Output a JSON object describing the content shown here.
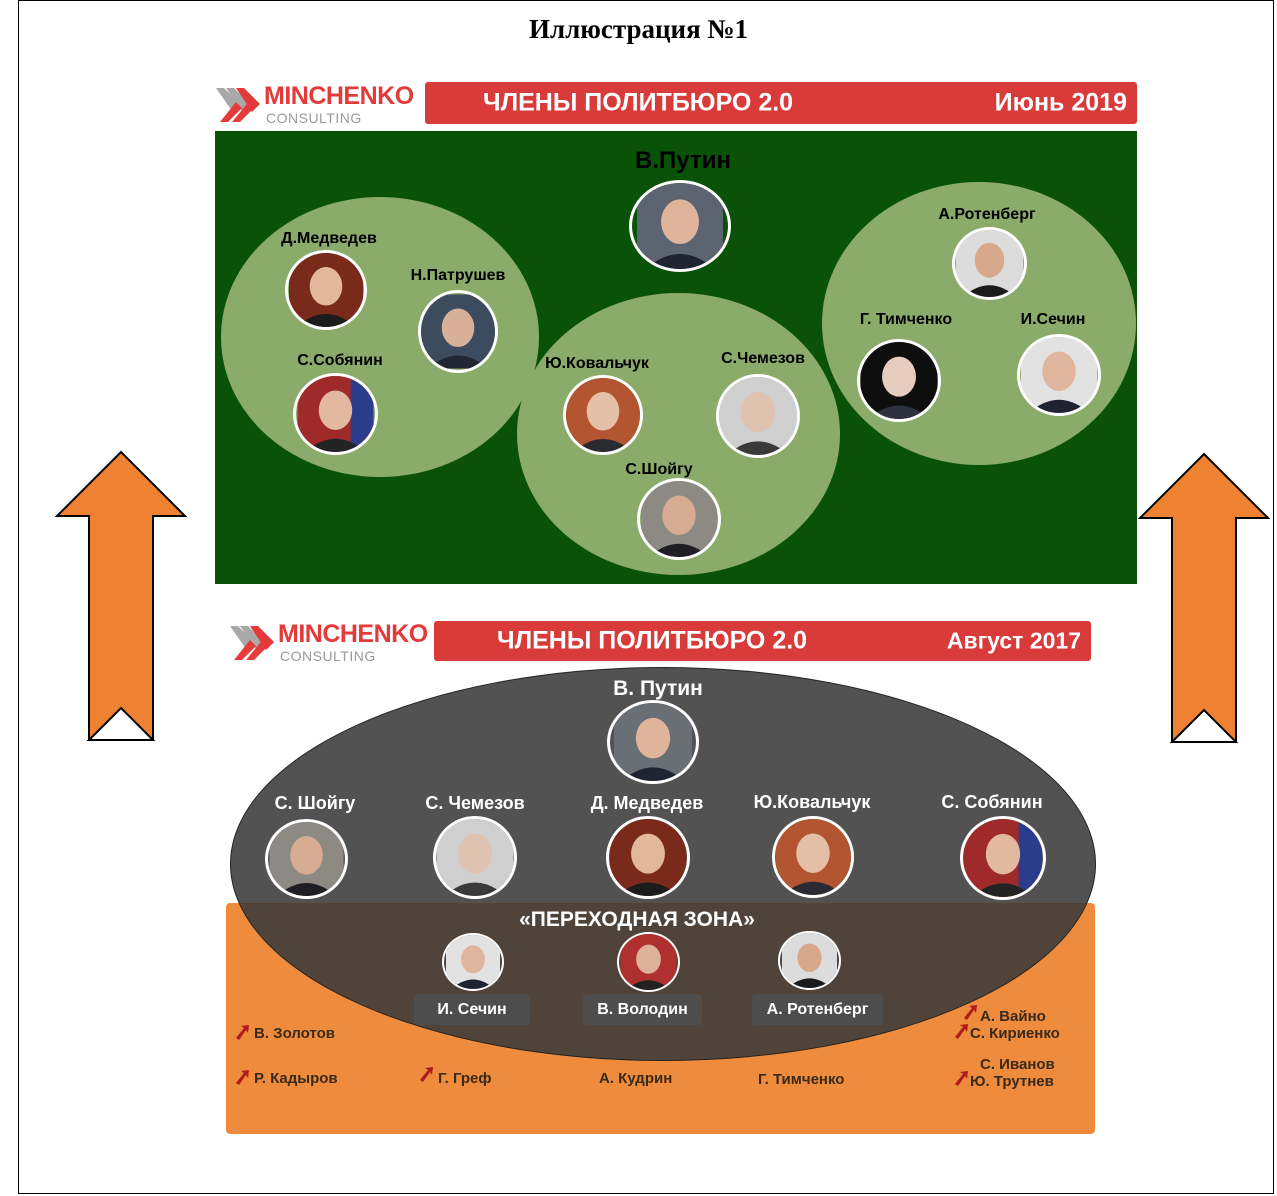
{
  "title": "Иллюстрация №1",
  "logo": {
    "brand": "MINCHENKO",
    "sub": "CONSULTING"
  },
  "top": {
    "banner_title": "ЧЛЕНЫ ПОЛИТБЮРО 2.0",
    "banner_date": "Июнь 2019",
    "leader": "В.Путин",
    "left_group": [
      "Д.Медведев",
      "Н.Патрушев",
      "С.Собянин"
    ],
    "middle_group": [
      "Ю.Ковальчук",
      "С.Чемезов",
      "С.Шойгу"
    ],
    "right_group": [
      "А.Ротенберг",
      "Г. Тимченко",
      "И.Сечин"
    ]
  },
  "bottom": {
    "banner_title": "ЧЛЕНЫ ПОЛИТБЮРО 2.0",
    "banner_date": "Август 2017",
    "leader": "В. Путин",
    "row": [
      "С. Шойгу",
      "С. Чемезов",
      "Д. Медведев",
      "Ю.Ковальчук",
      "С. Собянин"
    ],
    "zone_title": "«ПЕРЕХОДНАЯ ЗОНА»",
    "zone_people": [
      "И. Сечин",
      "В. Володин",
      "А. Ротенберг"
    ],
    "zone_names": {
      "zolotov": "В. Золотов",
      "kadyrov": "Р. Кадыров",
      "gref": "Г. Греф",
      "kudrin": "А. Кудрин",
      "timchenko": "Г. Тимченко",
      "vayno": "А. Вайно",
      "kirienko": "С. Кириенко",
      "ivanov": "С. Иванов",
      "trutnev": "Ю. Трутнев"
    }
  },
  "colors": {
    "banner_red": "#d93a3a",
    "panel_green": "#0b5209",
    "oval_green": "#8aab6a",
    "arrow_orange": "#ee8232",
    "zone_orange": "#ee8b3c",
    "dark_oval": "#3a3a3a"
  }
}
